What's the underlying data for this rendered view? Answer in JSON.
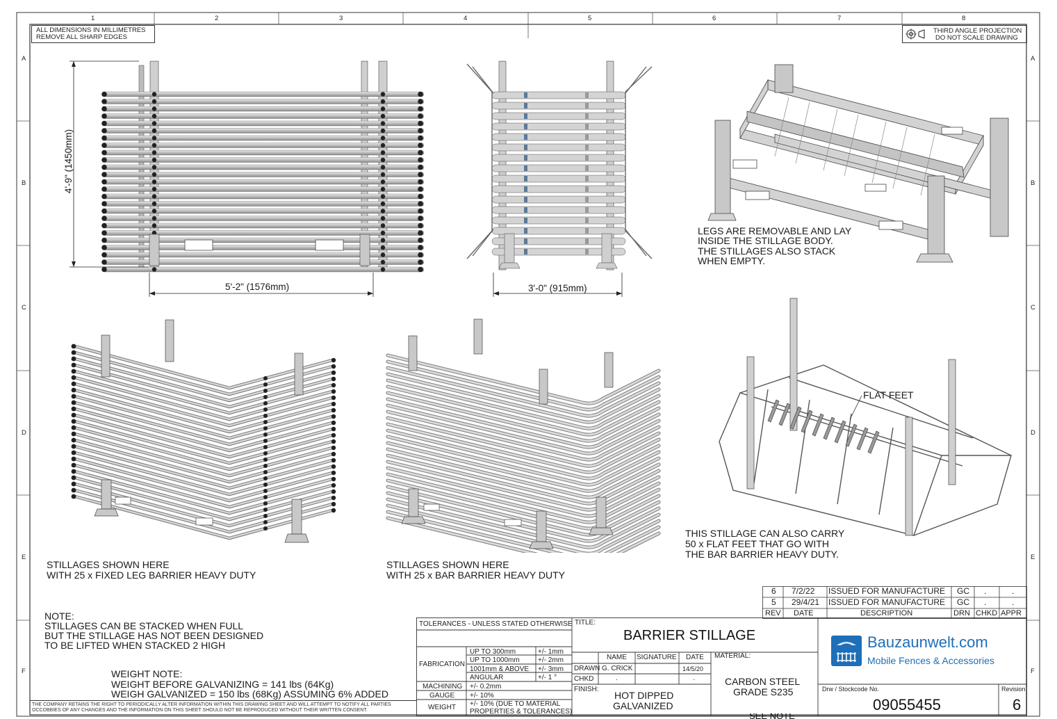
{
  "border": {
    "columns": [
      "1",
      "2",
      "3",
      "4",
      "5",
      "6",
      "7",
      "8"
    ],
    "rows": [
      "A",
      "B",
      "C",
      "D",
      "E",
      "F"
    ]
  },
  "notes_top_left": [
    "ALL DIMENSIONS IN MILLIMETRES",
    "REMOVE ALL SHARP EDGES"
  ],
  "projection_note": [
    "THIRD ANGLE PROJECTION",
    "DO NOT SCALE DRAWING"
  ],
  "views": {
    "front": {
      "height_dim": "4'-9\" (1450mm)",
      "width_dim": "5'-2\" (1576mm)"
    },
    "side": {
      "width_dim": "3'-0\" (915mm)"
    },
    "iso_empty": {
      "note": [
        "LEGS ARE REMOVABLE AND LAY",
        "INSIDE THE STILLAGE BODY.",
        "THE STILLAGES ALSO STACK",
        "WHEN EMPTY."
      ]
    },
    "iso_fixed_leg": {
      "caption": [
        "STILLAGES SHOWN HERE",
        "WITH 25 x FIXED LEG BARRIER HEAVY DUTY"
      ]
    },
    "iso_bar": {
      "caption": [
        "STILLAGES SHOWN HERE",
        "WITH 25 x BAR BARRIER HEAVY DUTY"
      ]
    },
    "iso_flat_feet": {
      "label": "FLAT FEET",
      "note": [
        "THIS STILLAGE CAN ALSO CARRY",
        "50 x FLAT FEET THAT GO WITH",
        "THE BAR BARRIER HEAVY DUTY."
      ]
    }
  },
  "note_block": [
    "NOTE:",
    "STILLAGES CAN BE STACKED WHEN FULL",
    "BUT THE STILLAGE HAS NOT BEEN DESIGNED",
    "TO BE LIFTED WHEN STACKED 2 HIGH"
  ],
  "weight_note": [
    "WEIGHT NOTE:",
    "WEIGHT BEFORE GALVANIZING = 141 lbs (64Kg)",
    "WEIGH GALVANIZED = 150 lbs (68Kg) ASSUMING 6% ADDED"
  ],
  "copyright": [
    "THE COMPANY RETAINS THE RIGHT TO PERIODICALLY ALTER INFORMATION WITHIN THIS DRAWING SHEET AND WILL ATTEMPT TO NOTIFY ALL PARTIES",
    "OCCOBBIES OF ANY CHANGES AND THE INFORMATION ON THIS SHEET SHOULD NOT BE REPRODUCED WITHOUT THEIR WRITTEN CONSENT."
  ],
  "revisions": {
    "rows": [
      {
        "rev": "6",
        "date": "7/2/22",
        "description": "ISSUED FOR MANUFACTURE",
        "drn": "GC",
        "chkd": ".",
        "appr": "."
      },
      {
        "rev": "5",
        "date": "29/4/21",
        "description": "ISSUED FOR MANUFACTURE",
        "drn": "GC",
        "chkd": ".",
        "appr": "."
      }
    ],
    "headers": {
      "rev": "REV",
      "date": "DATE",
      "description": "DESCRIPTION",
      "drn": "DRN",
      "chkd": "CHKD",
      "appr": "APPR"
    }
  },
  "tolerances": {
    "header": "TOLERANCES - UNLESS STATED OTHERWISE",
    "fabrication_label": "FABRICATION",
    "fabrication": [
      {
        "range": "UP TO 300mm",
        "tol": "+/- 1mm"
      },
      {
        "range": "UP TO 1000mm",
        "tol": "+/- 2mm"
      },
      {
        "range": "1001mm & ABOVE",
        "tol": "+/- 3mm"
      },
      {
        "range": "ANGULAR",
        "tol": "+/- 1 °"
      }
    ],
    "machining": {
      "label": "MACHINING",
      "value": "+/- 0.2mm"
    },
    "gauge": {
      "label": "GAUGE",
      "value": "+/- 10%"
    },
    "weight": {
      "label": "WEIGHT",
      "value": [
        "+/- 10% (DUE TO MATERIAL",
        "PROPERTIES & TOLERANCES)"
      ]
    }
  },
  "title_block": {
    "title_label": "TITLE:",
    "title": "BARRIER STILLAGE",
    "col_headers": {
      "name": "NAME",
      "signature": "SIGNATURE",
      "date": "DATE"
    },
    "drawn": {
      "label": "DRAWN",
      "name": "G. CRICK",
      "date": "14/5/20"
    },
    "chkd": {
      "label": "CHKD",
      "name": ".",
      "date": "."
    },
    "finish_label": "FINISH:",
    "finish": [
      "HOT DIPPED",
      "GALVANIZED"
    ],
    "material_label": "MATERIAL:",
    "material": [
      "CARBON STEEL",
      "GRADE S235"
    ],
    "see_note": "SEE NOTE",
    "company": "Bauzaunwelt.com",
    "tagline": "Mobile Fences & Accessories",
    "drw_label": "Drw / Stockcode No.",
    "drw_no": "09055455",
    "revision_label": "Revision",
    "revision": "6"
  },
  "colors": {
    "steel": "#c9c9c9",
    "steel_dark": "#7d7d7d",
    "line": "#222222",
    "logo_blue": "#1d6fb8"
  }
}
